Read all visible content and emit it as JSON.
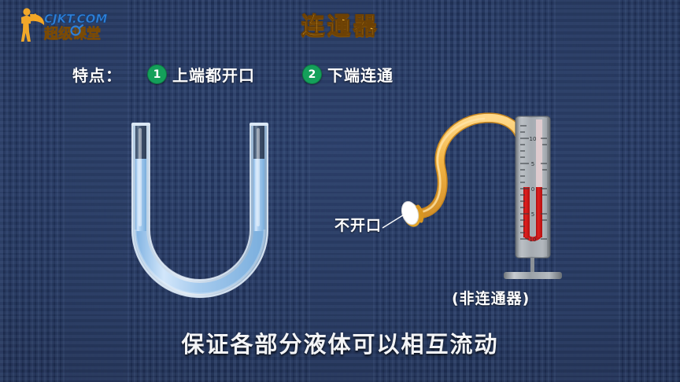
{
  "brand": {
    "site": "CJKT.COM",
    "name": "超级课堂",
    "icon": "hero-logo-icon"
  },
  "header": {
    "title": "连通器"
  },
  "features": {
    "label": "特点：",
    "items": [
      {
        "number": "1",
        "text": "上端都开口"
      },
      {
        "number": "2",
        "text": "下端连通"
      }
    ]
  },
  "diagram": {
    "u_tube": {
      "name": "U形管",
      "liquid_color": "#a8cdf0",
      "glass_color": "#8fb4d6",
      "empty_color": "#3a4a63"
    },
    "manometer": {
      "name": "压强计",
      "liquid_color": "#cc1111",
      "body_color": "#9aa0a6",
      "scale_ticks": [
        "10",
        "5",
        "0",
        "5",
        "10"
      ],
      "tube_color": "#f0b84a",
      "membrane_color": "#ffffff"
    }
  },
  "annotations": {
    "closed_end": "不开口",
    "not_connected_vessel": "(非连通器)"
  },
  "caption": {
    "text": "保证各部分液体可以相互流动"
  },
  "colors": {
    "background": "#1e2e52",
    "title": "#f2b93c",
    "badge_green": "#14a05a",
    "text_white": "#ffffff"
  }
}
